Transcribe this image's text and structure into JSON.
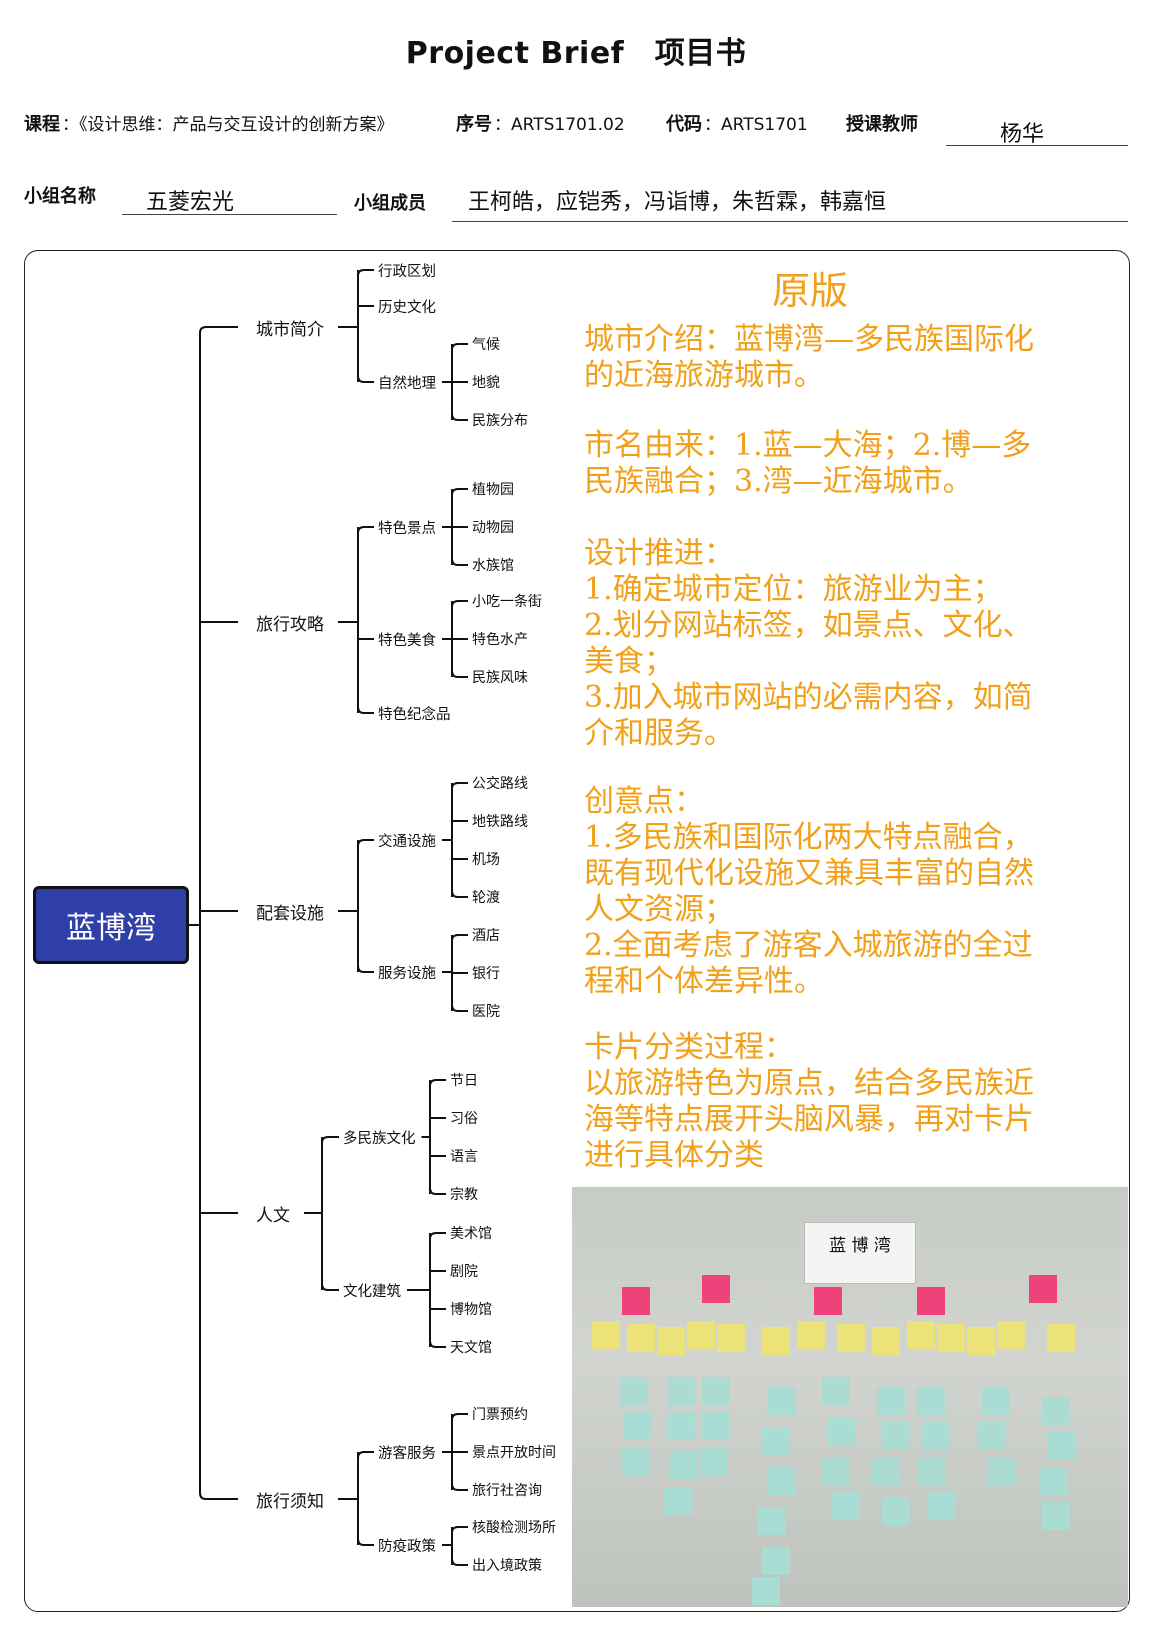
{
  "title": "Project Brief　项目书",
  "info": {
    "course_label": "课程",
    "course_value": "：《设计思维：产品与交互设计的创新方案》",
    "seq_label": "序号",
    "seq_value": "：ARTS1701.02",
    "code_label": "代码",
    "code_value": "：ARTS1701",
    "teacher_label": "授课教师",
    "teacher_value": "杨华",
    "group_label": "小组名称",
    "group_value": "五菱宏光",
    "members_label": "小组成员",
    "members_value": "王柯皓，应铠秀，冯诣博，朱哲霖，韩嘉恒"
  },
  "mindmap": {
    "root": "蓝博湾",
    "branches": [
      {
        "label": "城市简介",
        "children": [
          {
            "label": "行政区划"
          },
          {
            "label": "历史文化"
          },
          {
            "label": "自然地理",
            "children": [
              "气候",
              "地貌",
              "民族分布"
            ]
          }
        ]
      },
      {
        "label": "旅行攻略",
        "children": [
          {
            "label": "特色景点",
            "children": [
              "植物园",
              "动物园",
              "水族馆"
            ]
          },
          {
            "label": "特色美食",
            "children": [
              "小吃一条街",
              "特色水产",
              "民族风味"
            ]
          },
          {
            "label": "特色纪念品"
          }
        ]
      },
      {
        "label": "配套设施",
        "children": [
          {
            "label": "交通设施",
            "children": [
              "公交路线",
              "地铁路线",
              "机场",
              "轮渡"
            ]
          },
          {
            "label": "服务设施",
            "children": [
              "酒店",
              "银行",
              "医院"
            ]
          }
        ]
      },
      {
        "label": "人文",
        "children": [
          {
            "label": "多民族文化",
            "children": [
              "节日",
              "习俗",
              "语言",
              "宗教"
            ]
          },
          {
            "label": "文化建筑",
            "children": [
              "美术馆",
              "剧院",
              "博物馆",
              "天文馆"
            ]
          }
        ]
      },
      {
        "label": "旅行须知",
        "children": [
          {
            "label": "游客服务",
            "children": [
              "门票预约",
              "景点开放时间",
              "旅行社咨询"
            ]
          },
          {
            "label": "防疫政策",
            "children": [
              "核酸检测场所",
              "出入境政策"
            ]
          }
        ]
      }
    ]
  },
  "notes": {
    "heading": "原版",
    "p1": [
      "城市介绍：蓝博湾—多民族国际化",
      "的近海旅游城市。"
    ],
    "p2": [
      "市名由来：1.蓝—大海；2.博—多",
      "民族融合；3.湾—近海城市。"
    ],
    "p3": [
      "设计推进：",
      "1.确定城市定位：旅游业为主；",
      "2.划分网站标签，如景点、文化、",
      "美食；",
      "3.加入城市网站的必需内容，如简",
      "介和服务。"
    ],
    "p4": [
      "创意点：",
      "1.多民族和国际化两大特点融合，",
      "既有现代化设施又兼具丰富的自然",
      "人文资源；",
      "2.全面考虑了游客入城旅游的全过",
      "程和个体差异性。"
    ],
    "p5": [
      "卡片分类过程：",
      "以旅游特色为原点，结合多民族近",
      "海等特点展开头脑风暴，再对卡片",
      "进行具体分类"
    ]
  },
  "photo": {
    "card_title": "蓝 博 湾"
  },
  "colors": {
    "root_fill": "#2f3fa8",
    "note_text": "#f2a019"
  }
}
